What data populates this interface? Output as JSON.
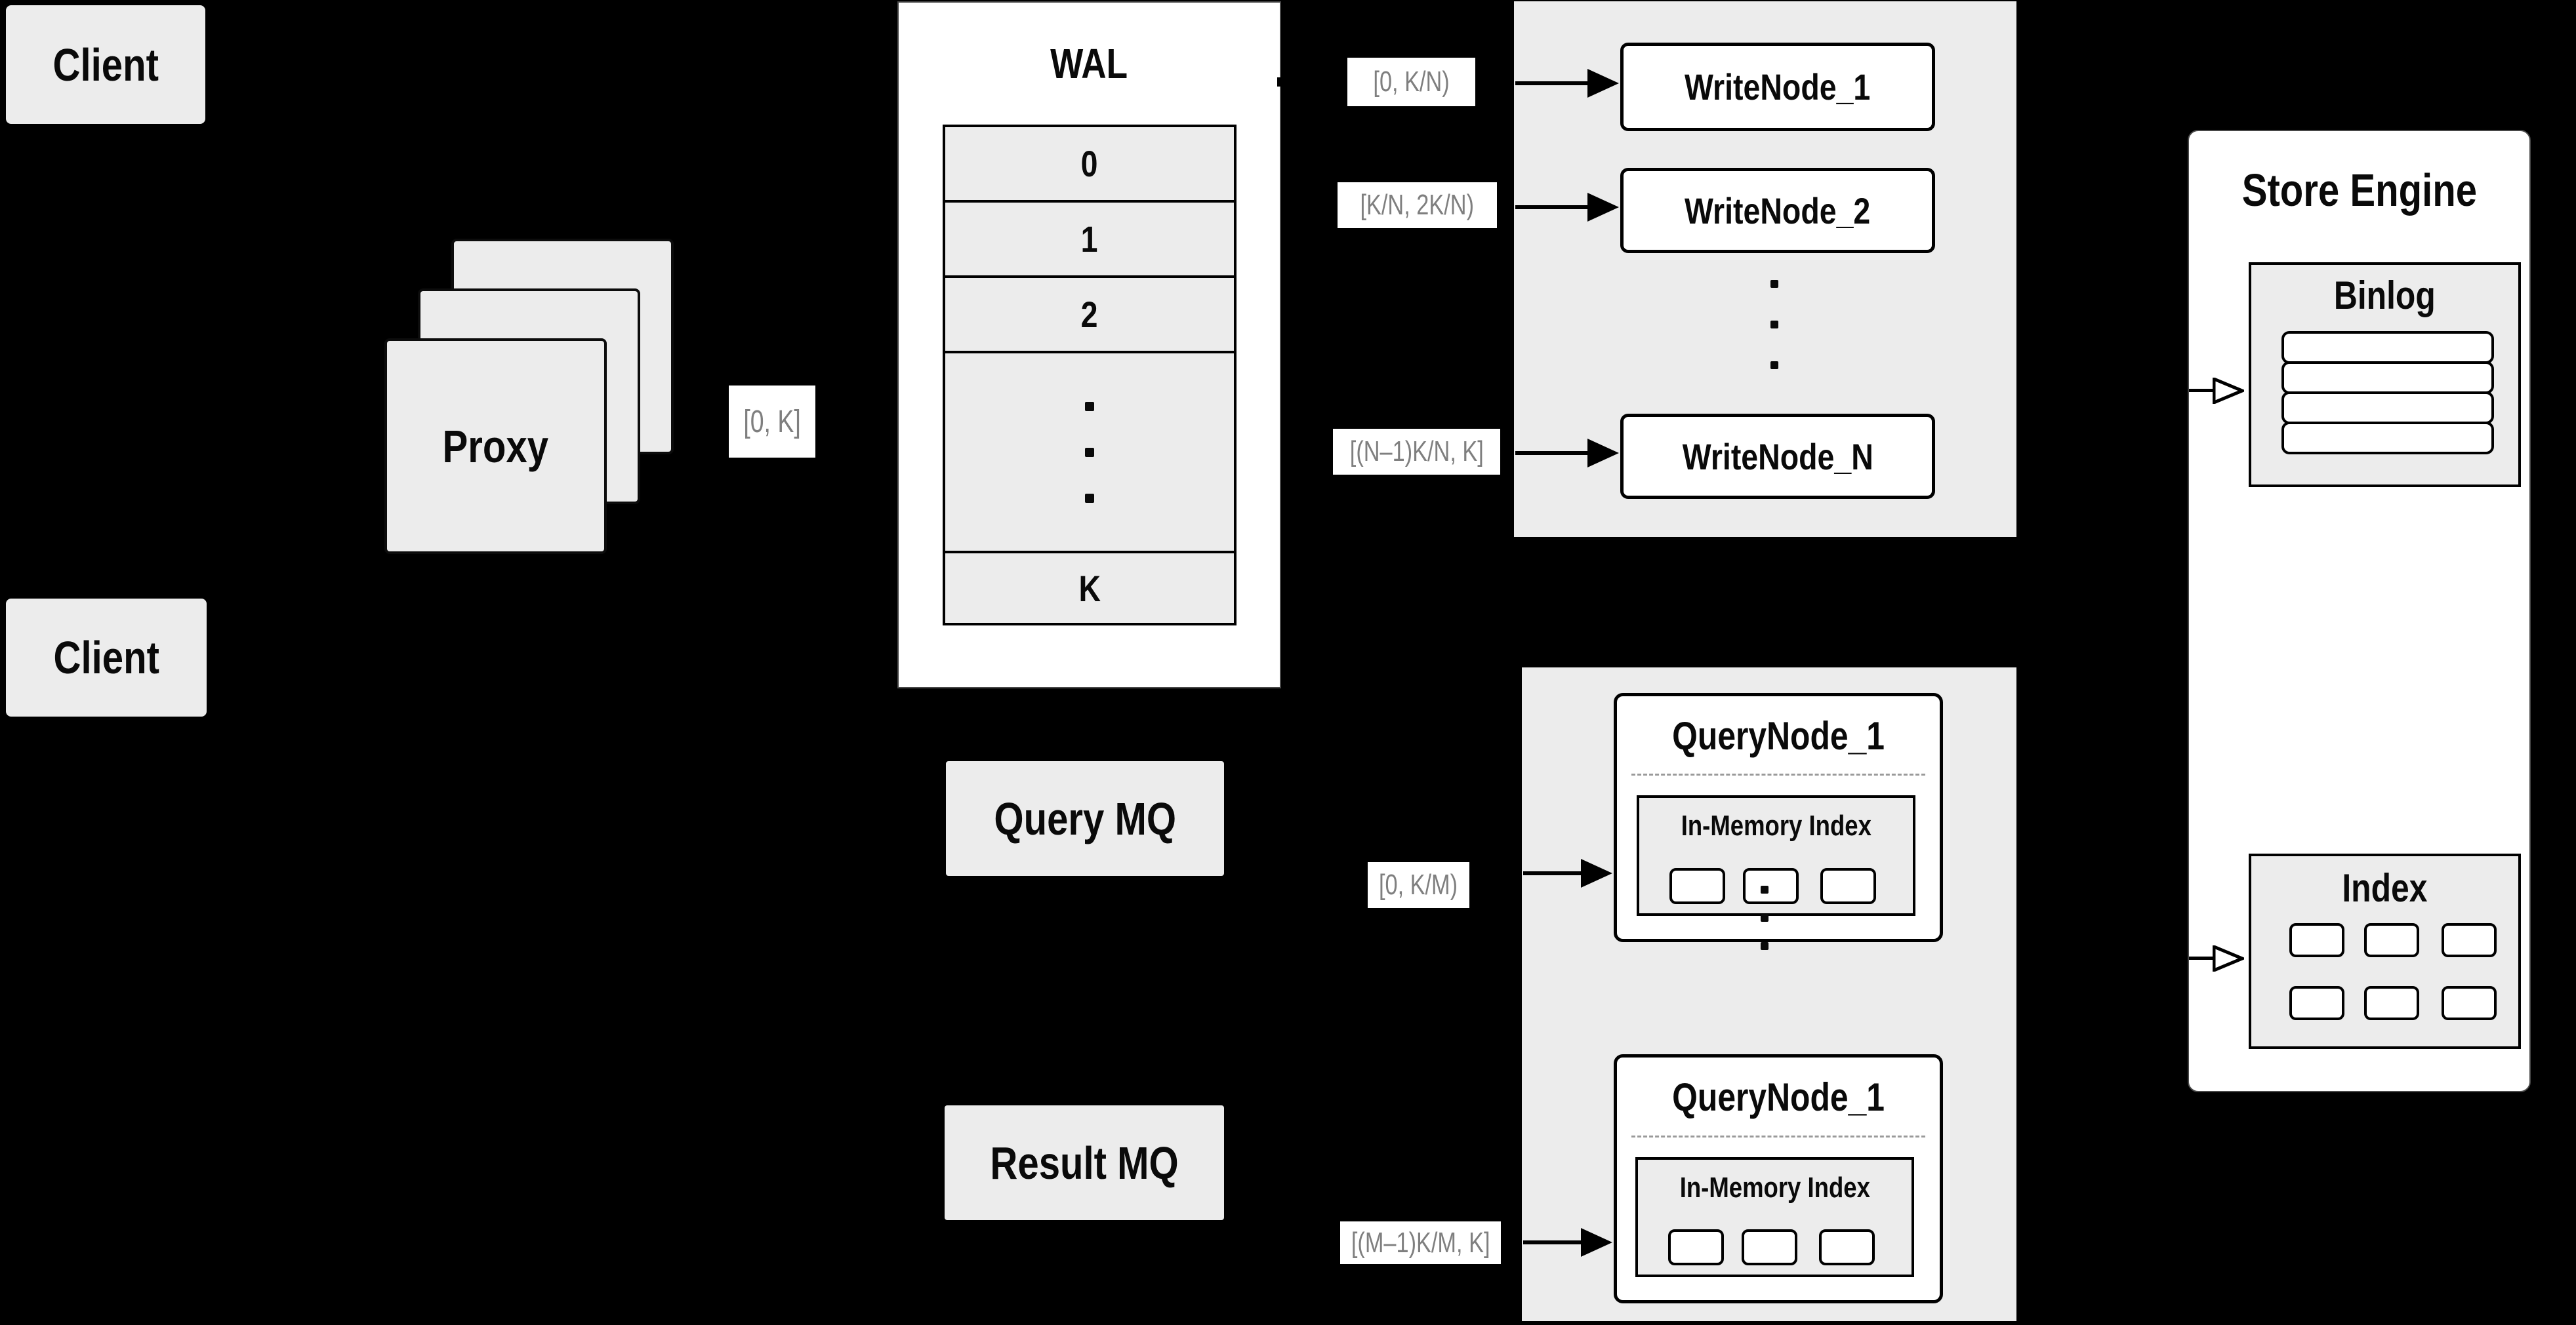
{
  "diagram": {
    "clients": {
      "top_label": "Client",
      "bottom_label": "Client"
    },
    "proxy": {
      "label": "Proxy",
      "range_label": "[0, K]"
    },
    "wal": {
      "title": "WAL",
      "segments": [
        "0",
        "1",
        "2",
        "K"
      ]
    },
    "write_section": {
      "nodes": [
        {
          "label": "WriteNode_1",
          "range": "[0,  K/N)"
        },
        {
          "label": "WriteNode_2",
          "range": "[K/N, 2K/N)"
        },
        {
          "label": "WriteNode_N",
          "range": "[(N–1)K/N,  K]"
        }
      ]
    },
    "mq": {
      "query_label": "Query MQ",
      "result_label": "Result MQ"
    },
    "query_section": {
      "nodes": [
        {
          "label": "QueryNode_1",
          "inner_title": "In-Memory Index",
          "range": "[0, K/M)"
        },
        {
          "label": "QueryNode_1",
          "inner_title": "In-Memory Index",
          "range": "[(M–1)K/M, K]"
        }
      ]
    },
    "store_engine": {
      "title": "Store Engine",
      "binlog_title": "Binlog",
      "index_title": "Index"
    },
    "colors": {
      "background": "#000000",
      "panel_fill": "#ececec",
      "node_fill": "#ffffff",
      "border": "#000000",
      "range_text": "#7f7f7f"
    }
  }
}
